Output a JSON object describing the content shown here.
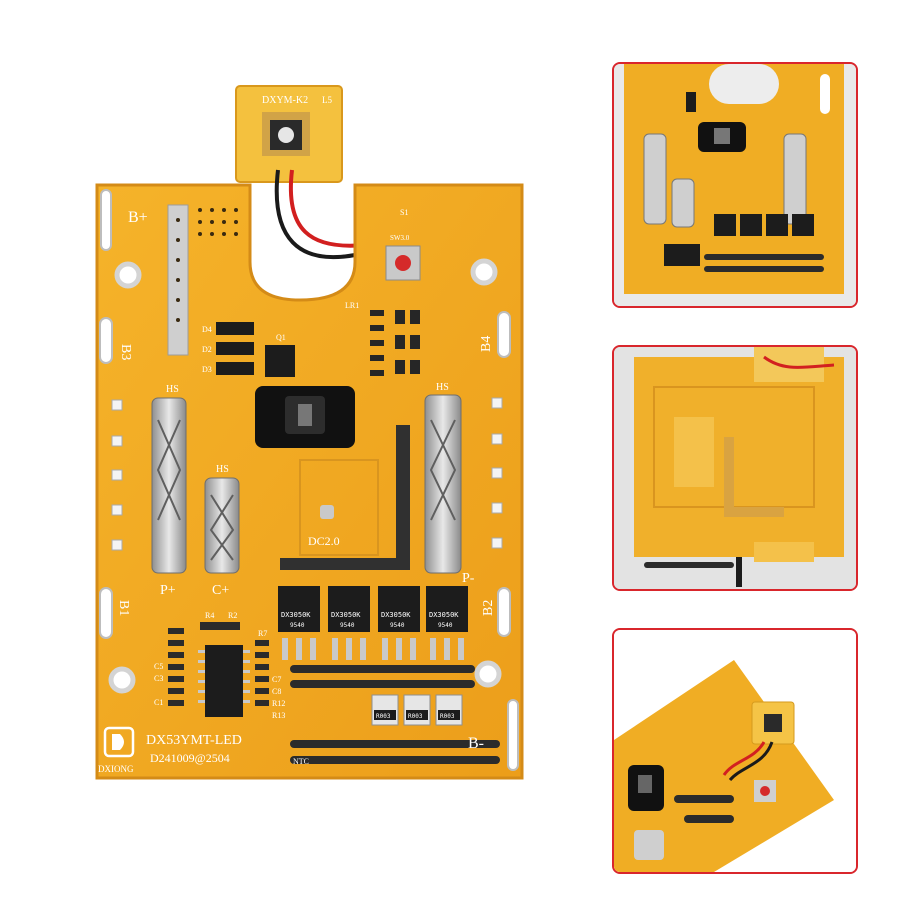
{
  "board": {
    "model": "DX53YMT-LED",
    "date_code": "D241009@2504",
    "brand": "DXIONG",
    "dc_label": "DC2.0",
    "ntc_label": "NTC",
    "switch_board_label": "DXYM-K2",
    "switch_board_l5": "L5",
    "terminals": {
      "bplus": "B+",
      "b3": "B3",
      "b4": "B4",
      "b1": "B1",
      "b2": "B2",
      "bminus": "B-",
      "pplus": "P+",
      "pminus": "P-",
      "cplus": "C+",
      "hs_left": "HS",
      "hs_mid": "HS",
      "hs_right": "HS"
    },
    "mosfet_label": "DX3050K",
    "mosfet_code": "9540",
    "resistor_code": "R003",
    "refdes": {
      "d4": "D4",
      "d2": "D2",
      "d3": "D3",
      "q1": "Q1",
      "s1": "S1",
      "lr1": "LR1",
      "r4": "R4",
      "r2": "R2",
      "r7": "R7",
      "r13": "R13",
      "r12": "R12",
      "c7": "C7",
      "c8": "C8",
      "c1": "C1",
      "c3": "C3",
      "c5": "C5",
      "sw3": "SW3.0"
    }
  },
  "colors": {
    "pcb": "#f2a81f",
    "pcb_light": "#f5bd3e",
    "pcb_edge": "#d9901a",
    "copper": "#d4a94f",
    "frame": "#d9262c",
    "silk": "#ffffff"
  }
}
